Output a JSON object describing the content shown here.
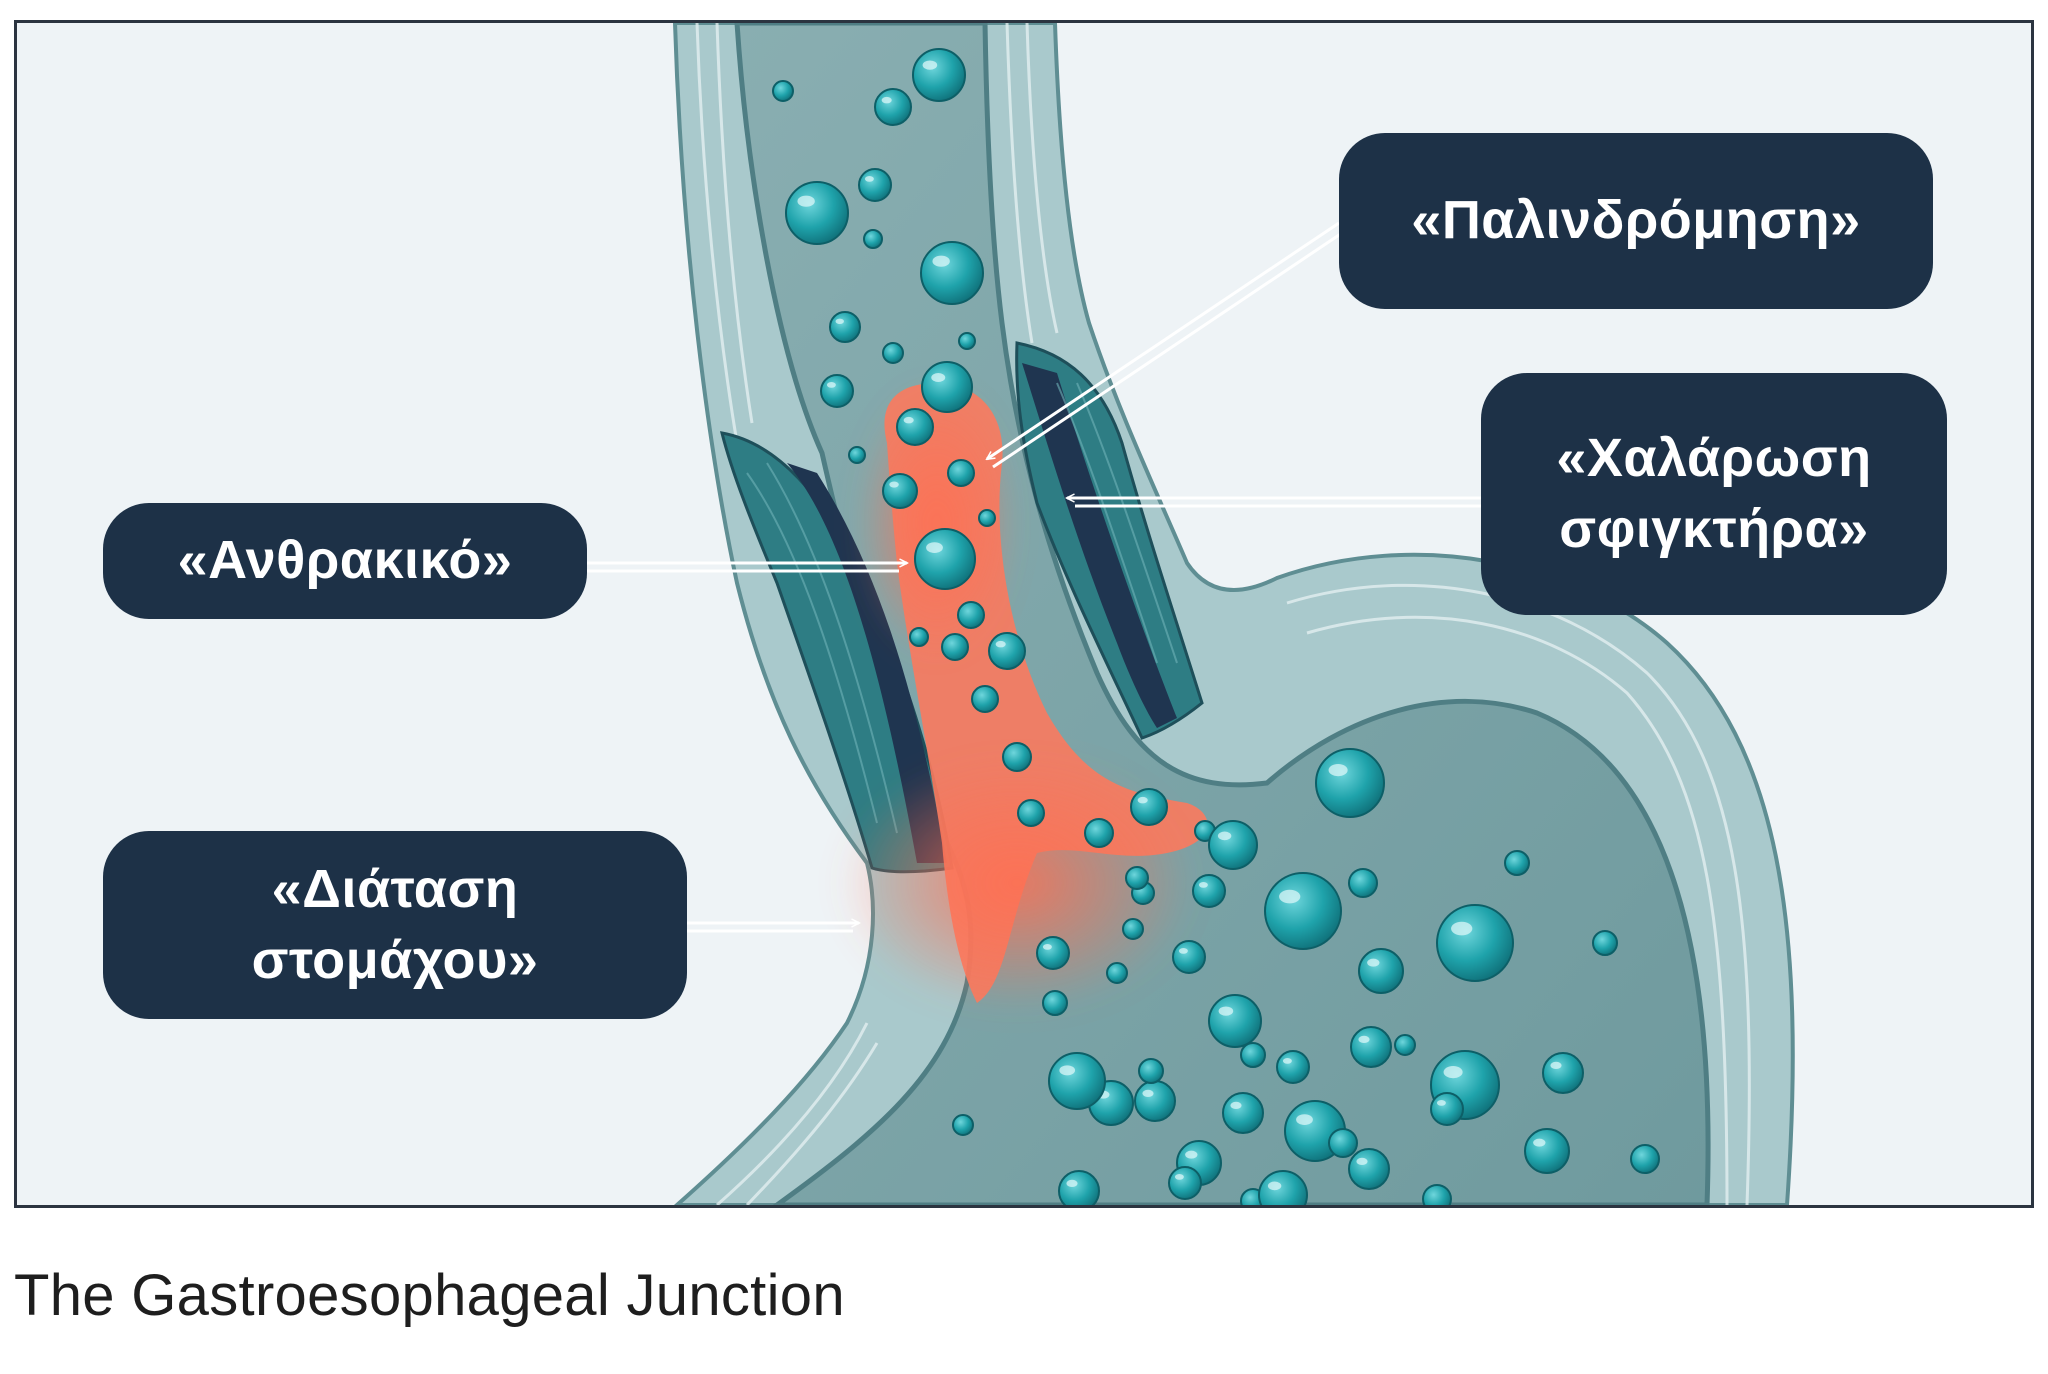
{
  "figure": {
    "labels": {
      "reflux": "«Παλινδρόμηση»",
      "sphincter_relax_line1": "«Χαλάρωση",
      "sphincter_relax_line2": "σφιγκτήρα»",
      "carbonated": "«Ανθρακικό»",
      "stomach_distension_line1": "«Διάταση",
      "stomach_distension_line2": "στομάχου»"
    }
  },
  "caption": "The Gastroesophageal Junction",
  "colors": {
    "background": "#eef3f6",
    "callout": "#1d3147",
    "wall": "#9fc2c6",
    "lumen": "#7fa7aa",
    "muscle": "#2e7d84",
    "muscle_dark": "#1f3550",
    "bubble": "#1fa3ab",
    "reflux": "#fb7a5e"
  },
  "icons": [
    "arrow-icon"
  ]
}
